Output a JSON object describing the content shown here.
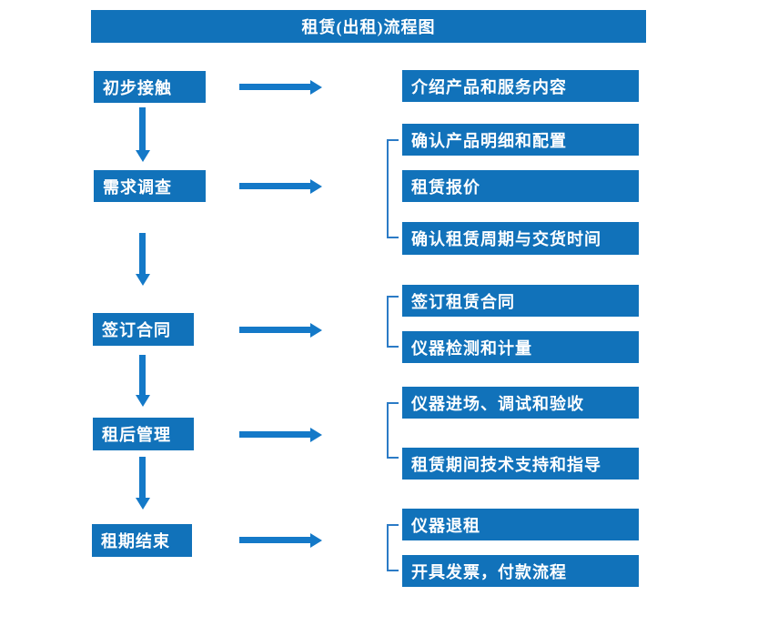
{
  "title": "租赁(出租)流程图",
  "colors": {
    "box_blue": "#1172BA",
    "arrow_blue": "#1479C8",
    "bracket_blue": "#2B7BC6",
    "text_white": "#FFFFFF",
    "background": "#FFFFFF"
  },
  "steps": [
    {
      "label": "初步接触",
      "outputs": [
        "介绍产品和服务内容"
      ]
    },
    {
      "label": "需求调查",
      "outputs": [
        "确认产品明细和配置",
        "租赁报价",
        "确认租赁周期与交货时间"
      ]
    },
    {
      "label": "签订合同",
      "outputs": [
        "签订租赁合同",
        "仪器检测和计量"
      ]
    },
    {
      "label": "租后管理",
      "outputs": [
        "仪器进场、调试和验收",
        "租赁期间技术支持和指导"
      ]
    },
    {
      "label": "租期结束",
      "outputs": [
        "仪器退租",
        "开具发票，付款流程"
      ]
    }
  ]
}
